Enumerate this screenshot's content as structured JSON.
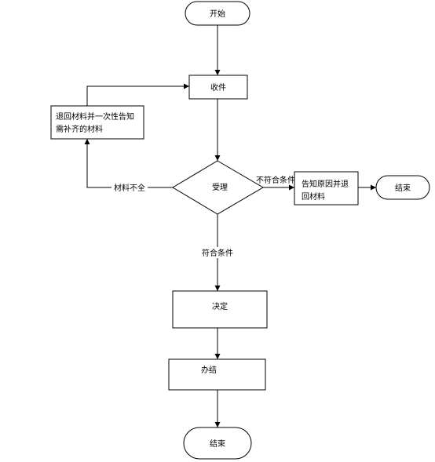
{
  "nodes": {
    "start": "开始",
    "receive": "收件",
    "return_materials": [
      "退回材料并一次性告知",
      "需补齐的材料"
    ],
    "accept": "受理",
    "notify_return": [
      "告知原因并退",
      "回材料"
    ],
    "end_right": "结束",
    "decide": "决定",
    "complete": "办结",
    "end_bottom": "结束"
  },
  "edges": {
    "incomplete": "材料不全",
    "not_qualified": "不符合条件",
    "qualified": "符合条件"
  },
  "colors": {
    "stroke": "#000000",
    "fill": "#ffffff"
  }
}
